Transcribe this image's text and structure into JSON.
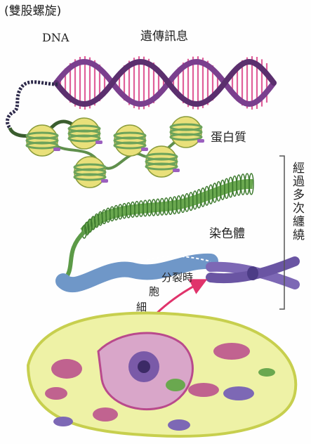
{
  "labels": {
    "double_helix": "(雙股螺旋)",
    "dna": "DNA",
    "genetic_info": "遺傳訊息",
    "protein": "蛋白質",
    "process": "經過多次纏繞",
    "chromosome": "染色體",
    "during_division_a": "細",
    "during_division_b": "胞",
    "during_division_c": "分裂時"
  },
  "colors": {
    "helix_backbone": "#7a3f8e",
    "helix_rungs": "#e0609a",
    "nucleosome_fill": "#e9e07a",
    "nucleosome_band": "#6da35a",
    "protein_link": "#9b5fbf",
    "condensed_fiber_green": "#6aa84f",
    "condensed_fiber_blue": "#6f97c8",
    "chromosome": "#7d68b5",
    "arrow": "#e0336b",
    "cell_membrane": "#e4ea7a",
    "organelle_magenta": "#b94a8c"
  }
}
